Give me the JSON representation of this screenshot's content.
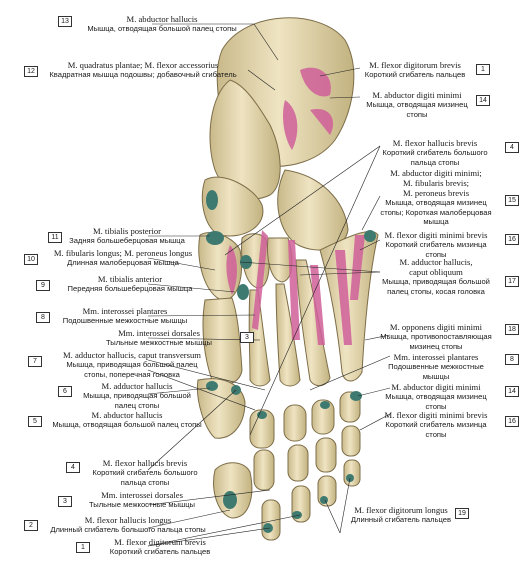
{
  "labels": {
    "l13": {
      "num": "13",
      "la": "M. abductor hallucis",
      "ru": "Мышца, отводящая большой палец стопы"
    },
    "l12": {
      "num": "12",
      "la": "M. quadratus plantae; M. flexor accessorius",
      "ru": "Квадратная мышца подошвы; добавочный сгибатель"
    },
    "l1top": {
      "num": "1",
      "la": "M. flexor digitorum brevis",
      "ru": "Короткий сгибатель пальцев"
    },
    "l14top": {
      "num": "14",
      "la": "M. abductor digiti minimi",
      "ru1": "Мышца, отводящая мизинец",
      "ru2": "стопы"
    },
    "l4top": {
      "num": "4",
      "la": "M. flexor hallucis brevis",
      "ru1": "Короткий сгибатель большого",
      "ru2": "пальца стопы"
    },
    "l15": {
      "num": "15",
      "la1": "M. abductor digiti minimi;",
      "la2": "M. fibularis brevis;",
      "la3": "M. peroneus brevis",
      "ru1": "Мышца, отводящая мизинец",
      "ru2": "стопы; Короткая малоберцовая",
      "ru3": "мышца"
    },
    "l16top": {
      "num": "16",
      "la": "M. flexor digiti minimi brevis",
      "ru1": "Короткий сгибатель мизинца",
      "ru2": "стопы"
    },
    "l17": {
      "num": "17",
      "la1": "M. adductor hallucis,",
      "la2": "caput obliquum",
      "ru1": "Мышца, приводящая большой",
      "ru2": "палец стопы, косая головка"
    },
    "l11": {
      "num": "11",
      "la": "M. tibialis posterior",
      "ru": "Задняя большеберцовая мышца"
    },
    "l10": {
      "num": "10",
      "la": "M. fibularis longus; M. peroneus longus",
      "ru": "Длинная малоберцовая мышца"
    },
    "l9": {
      "num": "9",
      "la": "M. tibialis anterior",
      "ru": "Передняя большеберцовая мышца"
    },
    "l8left": {
      "num": "8",
      "la": "Mm. interossei plantares",
      "ru": "Подошвенные межкостные мышцы"
    },
    "l3left": {
      "num": "3",
      "la": "Mm. interossei dorsales",
      "ru": "Тыльные межкостные мышцы"
    },
    "l7": {
      "num": "7",
      "la": "M. adductor hallucis, caput transversum",
      "ru1": "Мышца, приводящая большой палец",
      "ru2": "стопы, поперечная головка"
    },
    "l6": {
      "num": "6",
      "la": "M. adductor hallucis",
      "ru1": "Мышца, приводящая большой",
      "ru2": "палец стопы"
    },
    "l5": {
      "num": "5",
      "la": "M. abductor hallucis",
      "ru": "Мышца, отводящая большой палец стопы"
    },
    "l18": {
      "num": "18",
      "la": "M. opponens digiti minimi",
      "ru1": "Мышца, противопоставляющая",
      "ru2": "мизинец стопы"
    },
    "l8right": {
      "num": "8",
      "la": "Mm. interossei plantares",
      "ru1": "Подошвенные межкостные",
      "ru2": "мышцы"
    },
    "l14bot": {
      "num": "14",
      "la": "M. abductor digiti minimi",
      "ru1": "Мышца, отводящая мизинец",
      "ru2": "стопы"
    },
    "l16bot": {
      "num": "16",
      "la": "M. flexor digiti minimi brevis",
      "ru1": "Короткий сгибатель мизинца",
      "ru2": "стопы"
    },
    "l4bot": {
      "num": "4",
      "la": "M. flexor hallucis brevis",
      "ru1": "Короткий сгибатель большого",
      "ru2": "пальца стопы"
    },
    "l3bot": {
      "num": "3",
      "la": "Mm. interossei dorsales",
      "ru": "Тыльные межкостные мышцы"
    },
    "l2": {
      "num": "2",
      "la": "M. flexor hallucis longus",
      "ru": "Длинный сгибатель большого пальца стопы"
    },
    "l1bot": {
      "num": "1",
      "la": "M. flexor digitorum brevis",
      "ru": "Короткий сгибатель пальцев"
    },
    "l19": {
      "num": "19",
      "la": "M. flexor digitorum longus",
      "ru": "Длинный сгибатель пальцев"
    }
  },
  "colors": {
    "bone": "#e8dcb4",
    "bone_shadow": "#b8a878",
    "muscle_origin": "#d0609a",
    "muscle_insertion": "#3f7a70",
    "line": "#222222"
  }
}
